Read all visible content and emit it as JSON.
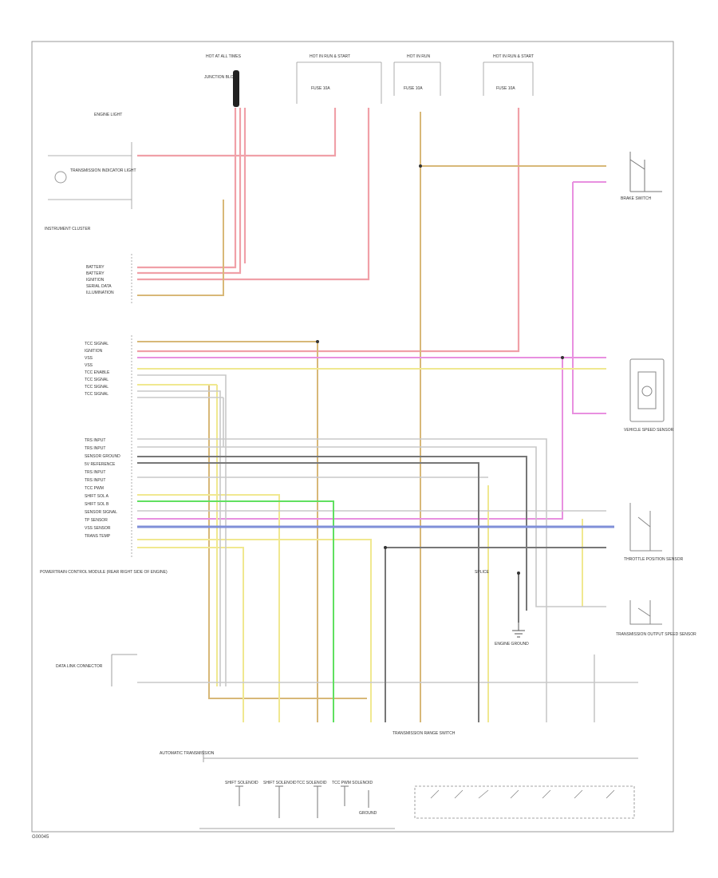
{
  "diagram": {
    "footer_code": "G00045",
    "colors": {
      "red": "#f0a0a8",
      "tan": "#d8b878",
      "pink": "#e890e0",
      "yellow": "#f0e890",
      "gray": "#c8c8c8",
      "dark": "#777777",
      "green": "#60e060",
      "blue": "#8090d8",
      "ltgray": "#d8d8d8",
      "frame": "#999999"
    },
    "top_labels": {
      "hot_all": "HOT AT ALL TIMES",
      "hot_run1": "HOT IN RUN & START",
      "hot_run2": "HOT IN RUN",
      "hot_run3": "HOT IN RUN & START"
    },
    "fuses": {
      "junction_block": "JUNCTION BLOCK",
      "fuse_1": "FUSE 10A",
      "fuse_2": "FUSE 10A",
      "fuse_3": "FUSE 10A"
    },
    "instrument_cluster": {
      "label": "INSTRUMENT CLUSTER",
      "indicator": "ENGINE LIGHT",
      "lamp": "TRANSMISSION INDICATOR LIGHT",
      "pins": [
        "BATTERY",
        "BATTERY",
        "IGNITION",
        "SERIAL DATA",
        "ILLUMINATION"
      ]
    },
    "pcm": {
      "label": "POWERTRAIN CONTROL MODULE (REAR RIGHT SIDE OF ENGINE)",
      "pins_top": [
        "TCC SIGNAL",
        "IGNITION",
        "VSS",
        "VSS",
        "TCC ENABLE",
        "TCC SIGNAL",
        "TCC SIGNAL",
        "TCC SIGNAL"
      ],
      "pins_bottom": [
        "TRS INPUT",
        "TRS INPUT",
        "SENSOR GROUND",
        "5V REFERENCE",
        "TRS INPUT",
        "TRS INPUT",
        "TCC PWM",
        "SHIFT SOL A",
        "SHIFT SOL B",
        "SENSOR SIGNAL",
        "TP SENSOR",
        "VSS SENSOR",
        "TRANS TEMP"
      ]
    },
    "components": {
      "brake_switch": "BRAKE SWITCH",
      "vss": "VEHICLE SPEED SENSOR",
      "throttle": "THROTTLE POSITION SENSOR",
      "speed_sensor": "TRANSMISSION OUTPUT SPEED SENSOR",
      "data_link": "DATA LINK CONNECTOR",
      "auto_trans": "AUTOMATIC TRANSMISSION",
      "trans_range": "TRANSMISSION RANGE SWITCH",
      "ground": "GROUND",
      "engine_ground": "ENGINE GROUND",
      "splice": "SPLICE",
      "solenoid_1": "SHIFT SOLENOID",
      "solenoid_2": "SHIFT SOLENOID",
      "solenoid_3": "TCC SOLENOID",
      "solenoid_4": "TCC PWM SOLENOID"
    }
  }
}
